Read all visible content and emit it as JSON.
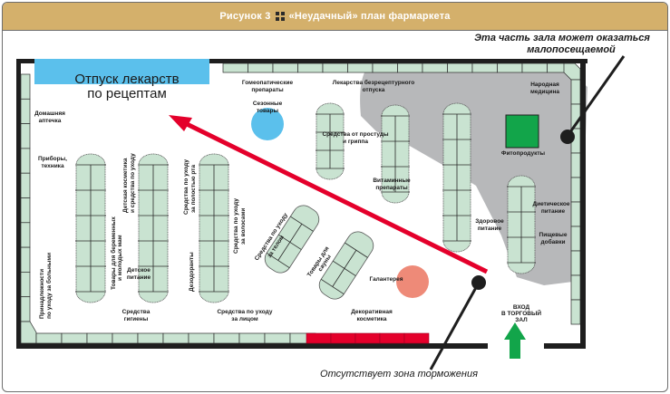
{
  "figure": {
    "title_prefix": "Рисунок  3",
    "title_text": "«Неудачный» план фармаркета",
    "accent_color": "#d4b06b"
  },
  "callouts": {
    "top_right_line1": "Эта часть зала может оказаться",
    "top_right_line2": "малопосещаемой",
    "bottom": "Отсутствует зона торможения"
  },
  "zones": {
    "prescription_line1": "Отпуск лекарств",
    "prescription_line2": "по рецептам",
    "home_kit_line1": "Домашняя",
    "home_kit_line2": "аптечка",
    "devices_line1": "Приборы,",
    "devices_line2": "техника",
    "patient_care_line1": "Принадлежности",
    "patient_care_line2": "по уходу за больными",
    "pregnant_line1": "Товары для беременных",
    "pregnant_line2": "и молодых мам",
    "kids_cosmetics_line1": "Детская косметика",
    "kids_cosmetics_line2": "и средства по уходу",
    "baby_food_line1": "Детское",
    "baby_food_line2": "питание",
    "hygiene_line1": "Средства",
    "hygiene_line2": "гигиены",
    "oral_care_line1": "Средства по уходу",
    "oral_care_line2": "за полостью рта",
    "deodorants": "Дезодоранты",
    "hair_care_line1": "Средства по уходу",
    "hair_care_line2": "за волосами",
    "face_care_line1": "Средства по уходу",
    "face_care_line2": "за лицом",
    "body_care_line1": "Средства по уходу",
    "body_care_line2": "за телом",
    "sauna_line1": "Товары для",
    "sauna_line2": "сауны",
    "decor_line1": "Декоративная",
    "decor_line2": "косметика",
    "haberdashery": "Галантерея",
    "homeopathy_line1": "Гомеопатические",
    "homeopathy_line2": "препараты",
    "seasonal_line1": "Сезонные",
    "seasonal_line2": "товары",
    "otc_line1": "Лекарства безрецептурного",
    "otc_line2": "отпуска",
    "cold_flu_line1": "Средства от простуды",
    "cold_flu_line2": "и гриппа",
    "vitamins_line1": "Витаминные",
    "vitamins_line2": "препараты",
    "healthy_food_line1": "Здоровое",
    "healthy_food_line2": "питание",
    "folk_medicine_line1": "Народная",
    "folk_medicine_line2": "медицина",
    "phyto": "Фитопродукты",
    "diet_food_line1": "Диетическое",
    "diet_food_line2": "питание",
    "supplements_line1": "Пищевые",
    "supplements_line2": "добавки",
    "entrance_line1": "ВХОД",
    "entrance_line2": "В ТОРГОВЫЙ",
    "entrance_line3": "ЗАЛ"
  },
  "colors": {
    "shelf_fill": "#c9e3d1",
    "shelf_stroke": "#2a2a2a",
    "wall": "#1e1e1e",
    "low_traffic_area": "#b7b8ba",
    "prescription_counter": "#5bc0ec",
    "seasonal_circle": "#5bc0ec",
    "haberdashery_circle": "#ee8a78",
    "phyto_square": "#12a54a",
    "checkout_shelves": "#e4002b",
    "flow_arrow": "#e4002b",
    "entrance_arrow": "#12a54a"
  }
}
